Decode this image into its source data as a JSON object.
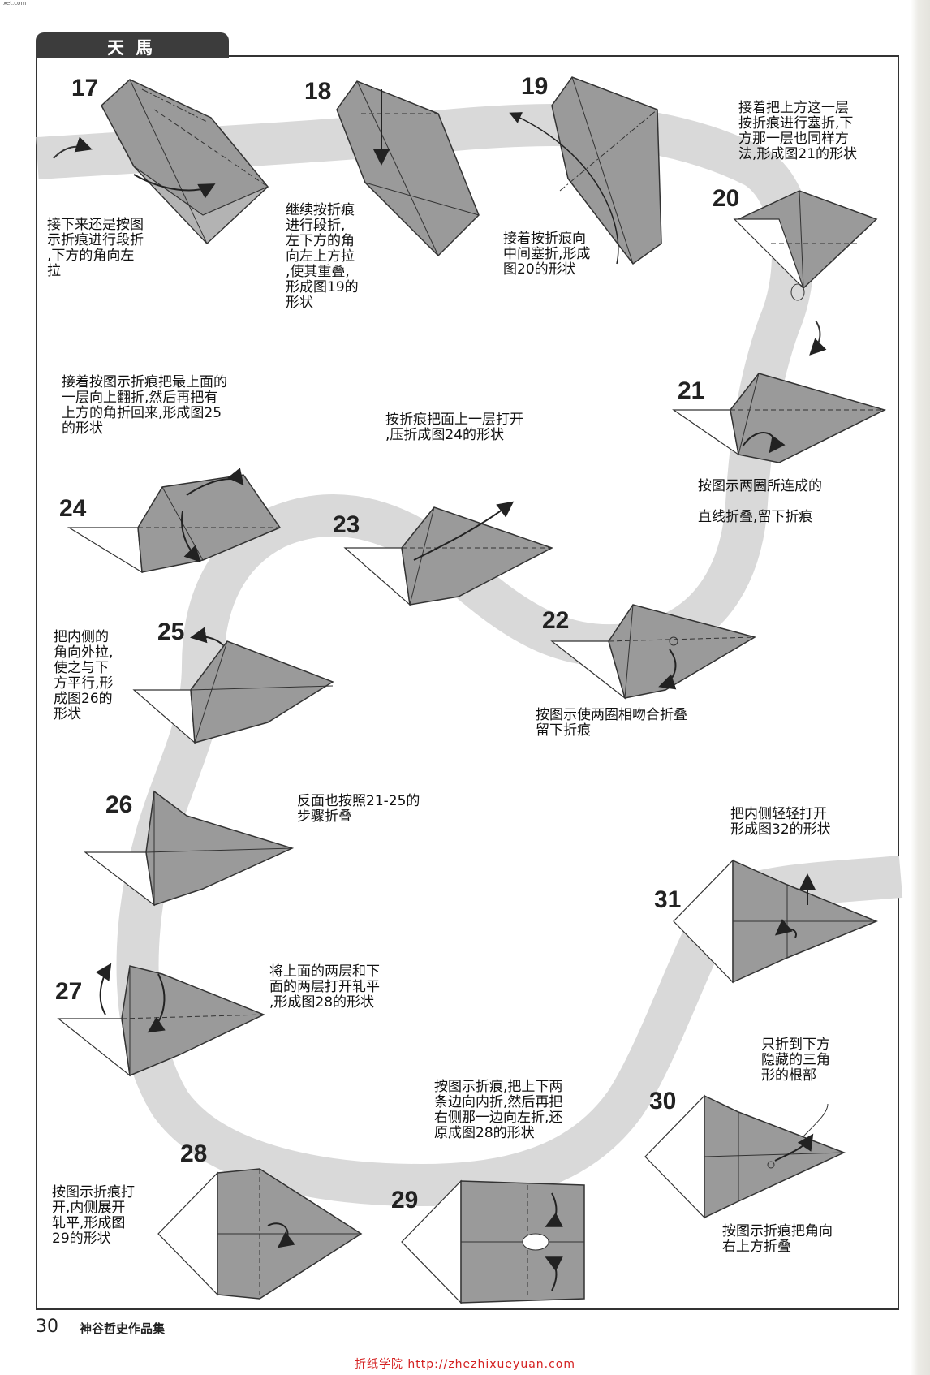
{
  "corner_tag": "xet.com",
  "section_title": "天馬",
  "steps": [
    {
      "num": "17",
      "caption": "接下来还是按图\n示折痕进行段折\n,下方的角向左\n拉"
    },
    {
      "num": "18",
      "caption": "继续按折痕\n进行段折,\n左下方的角\n向左上方拉\n,使其重叠,\n形成图19的\n形状"
    },
    {
      "num": "19",
      "caption": "接着按折痕向\n中间塞折,形成\n图20的形状"
    },
    {
      "num": "20",
      "caption": "接着把上方这一层\n按折痕进行塞折,下\n方那一层也同样方\n法,形成图21的形状"
    },
    {
      "num": "21",
      "caption": "按图示两圈所连成的\n\n直线折叠,留下折痕"
    },
    {
      "num": "22",
      "caption": "按图示使两圈相吻合折叠\n留下折痕"
    },
    {
      "num": "23",
      "caption": "按折痕把面上一层打开\n,压折成图24的形状"
    },
    {
      "num": "24",
      "caption": "接着按图示折痕把最上面的\n一层向上翻折,然后再把有\n上方的角折回来,形成图25\n的形状"
    },
    {
      "num": "25",
      "caption": "把内侧的\n角向外拉,\n使之与下\n方平行,形\n成图26的\n形状"
    },
    {
      "num": "26",
      "caption": "反面也按照21-25的\n步骤折叠"
    },
    {
      "num": "27",
      "caption": "将上面的两层和下\n面的两层打开轧平\n,形成图28的形状"
    },
    {
      "num": "28",
      "caption": "按图示折痕打\n开,内侧展开\n轧平,形成图\n29的形状"
    },
    {
      "num": "29",
      "caption": "按图示折痕,把上下两\n条边向内折,然后再把\n右侧那一边向左折,还\n原成图28的形状"
    },
    {
      "num": "30",
      "caption": "按图示折痕把角向\n右上方折叠"
    },
    {
      "num": "30b",
      "caption": "只折到下方\n隐藏的三角\n形的根部"
    },
    {
      "num": "31",
      "caption": "把内侧轻轻打开\n形成图32的形状"
    }
  ],
  "page_number": "30",
  "book_title": "神谷哲史作品集",
  "footer": "折纸学院 http://zhezhixueyuan.com",
  "colors": {
    "paper_gray": "#9a9a9a",
    "paper_dark": "#858585",
    "path_band": "#d8d8d8",
    "footer_red": "#d42020"
  }
}
